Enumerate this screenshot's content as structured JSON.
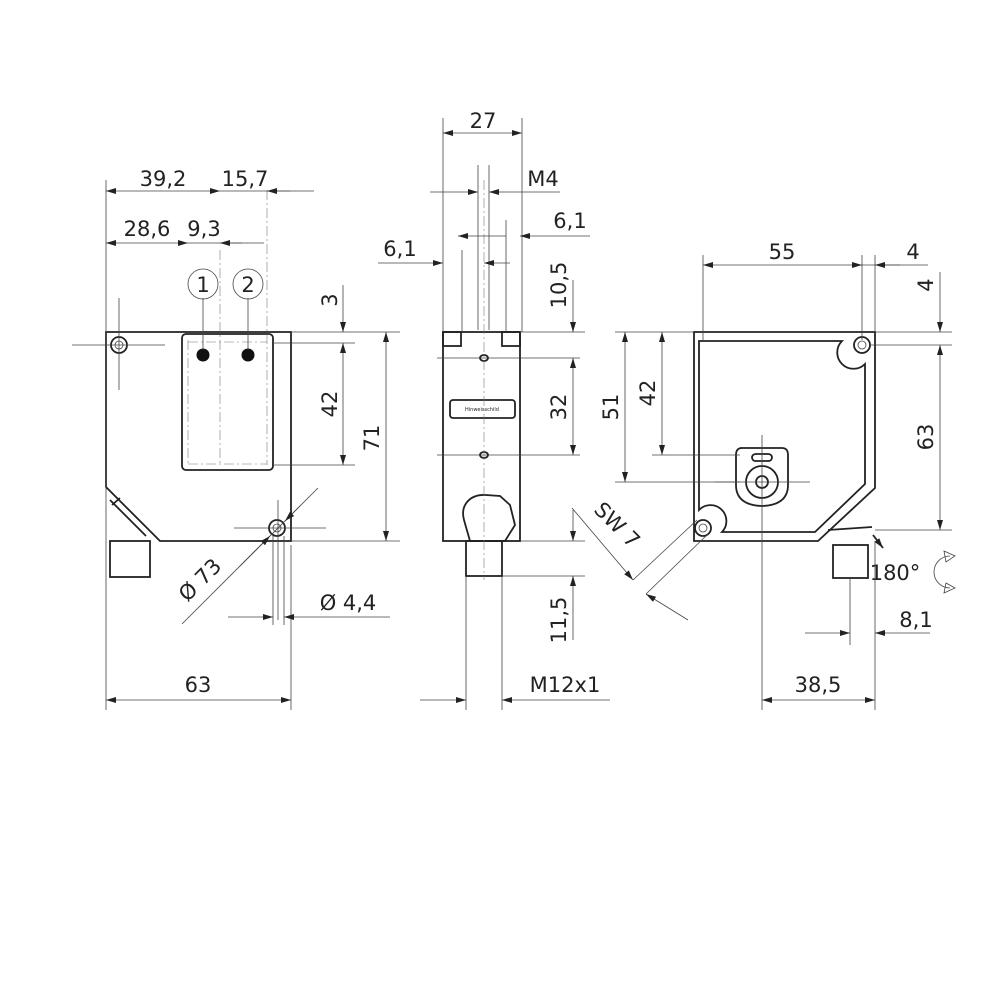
{
  "title": "Sensor dimension drawing (front, side, rear views)",
  "front_view": {
    "dims": {
      "w_39_2": "39,2",
      "w_15_7": "15,7",
      "w_28_6": "28,6",
      "w_9_3": "9,3",
      "h_3": "3",
      "h_42": "42",
      "h_71": "71",
      "dia_73": "Ø 73",
      "dia_4_4": "Ø 4,4",
      "w_63": "63"
    },
    "callouts": [
      "1",
      "2"
    ]
  },
  "side_view": {
    "dims": {
      "w_27": "27",
      "m4": "M4",
      "w_6_1_right": "6,1",
      "w_6_1_left": "6,1",
      "h_10_5": "10,5",
      "h_32": "32",
      "h_11_5": "11,5",
      "m12": "M12x1"
    },
    "label_plate": "Hinweisschild"
  },
  "rear_view": {
    "dims": {
      "w_55": "55",
      "w_4": "4",
      "h_4": "4",
      "h_63": "63",
      "h_51": "51",
      "h_42": "42",
      "sw_7": "SW 7",
      "rot_180": "180°",
      "w_8_1": "8,1",
      "w_38_5": "38,5"
    }
  }
}
